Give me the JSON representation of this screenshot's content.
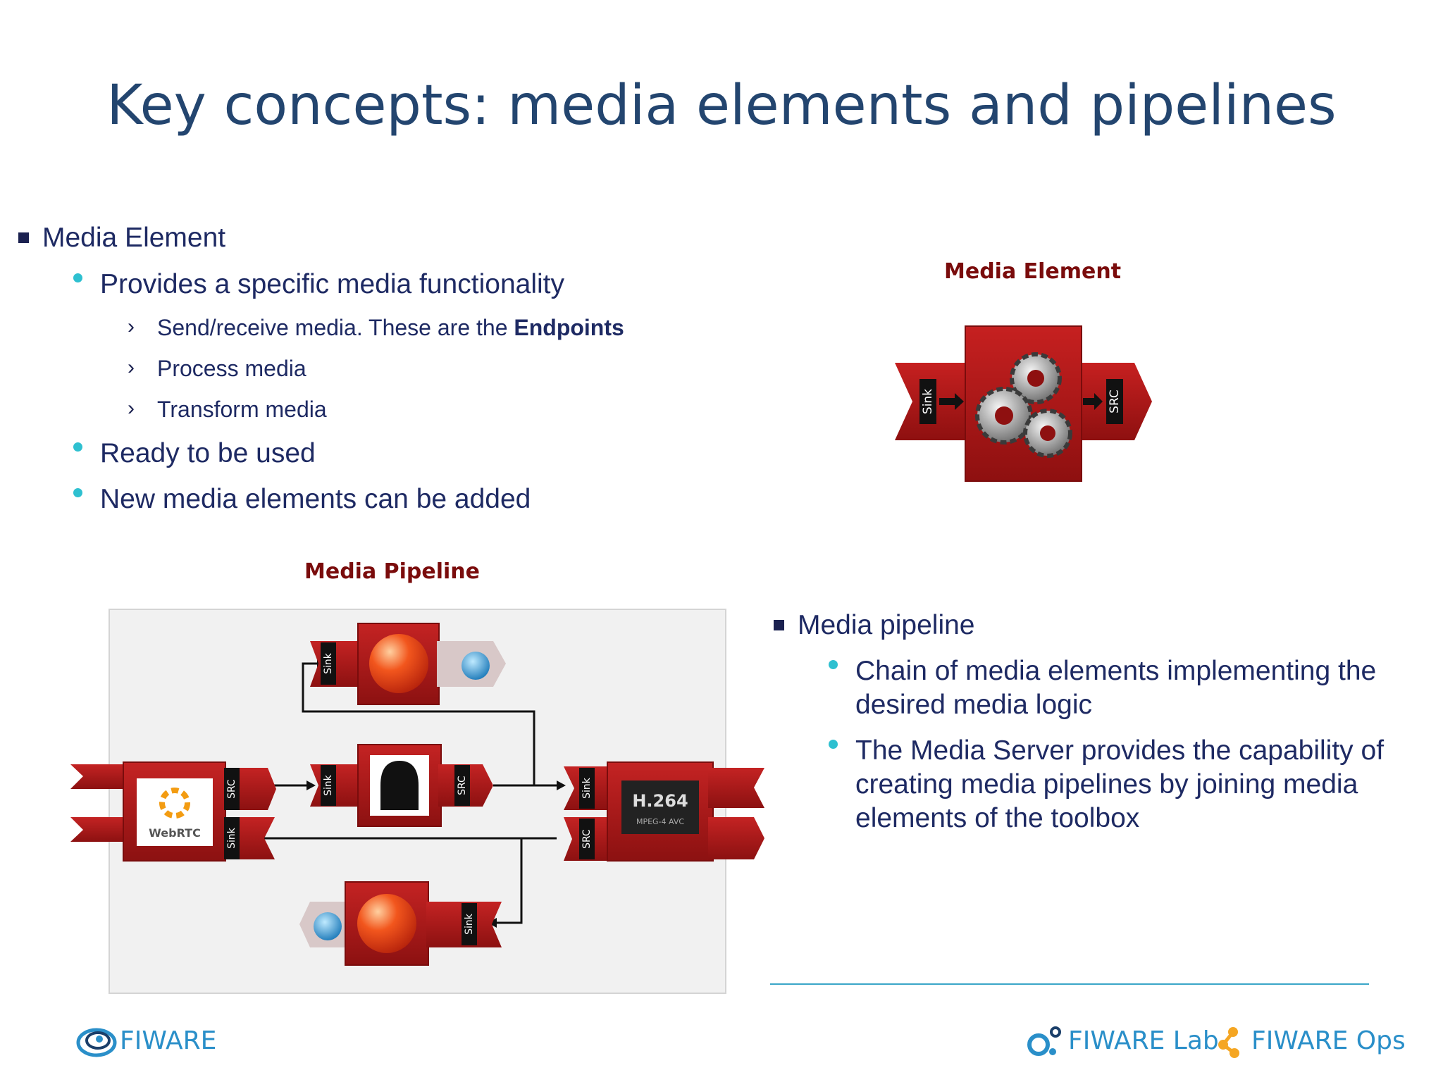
{
  "slide": {
    "title": "Key concepts: media elements and pipelines"
  },
  "left_list": {
    "heading": "Media Element",
    "items": [
      "Provides a specific media functionality",
      "Ready to be used",
      "New media elements can be added"
    ],
    "sub_items": [
      {
        "text": "Send/receive media. These are the ",
        "bold": "Endpoints"
      },
      {
        "text": "Process media"
      },
      {
        "text": "Transform media"
      }
    ]
  },
  "media_element_figure": {
    "caption": "Media Element",
    "sink_label": "Sink",
    "src_label": "SRC"
  },
  "pipeline_figure": {
    "caption": "Media Pipeline",
    "webrtc_label": "WebRTC",
    "h264_label": "H.264",
    "h264_sub": "MPEG-4 AVC",
    "sink_label": "Sink",
    "src_label": "SRC"
  },
  "right_list": {
    "heading": "Media pipeline",
    "items": [
      {
        "line1": "Chain of media elements implementing the",
        "line2": "desired media logic"
      },
      {
        "line1": "The Media Server provides the capability of",
        "line2": "creating media pipelines by joining media",
        "line3": "elements of the toolbox"
      }
    ]
  },
  "footer": {
    "fiware": "FIWARE",
    "fiware_lab": "FIWARE Lab",
    "fiware_ops": "FIWARE Ops"
  },
  "colors": {
    "title": "#23456f",
    "text": "#1e2a63",
    "accent_cyan": "#2ec0d0",
    "figure_red": "#b81c1c",
    "caption": "#7a0c0c",
    "ops_orange": "#f5a623"
  }
}
